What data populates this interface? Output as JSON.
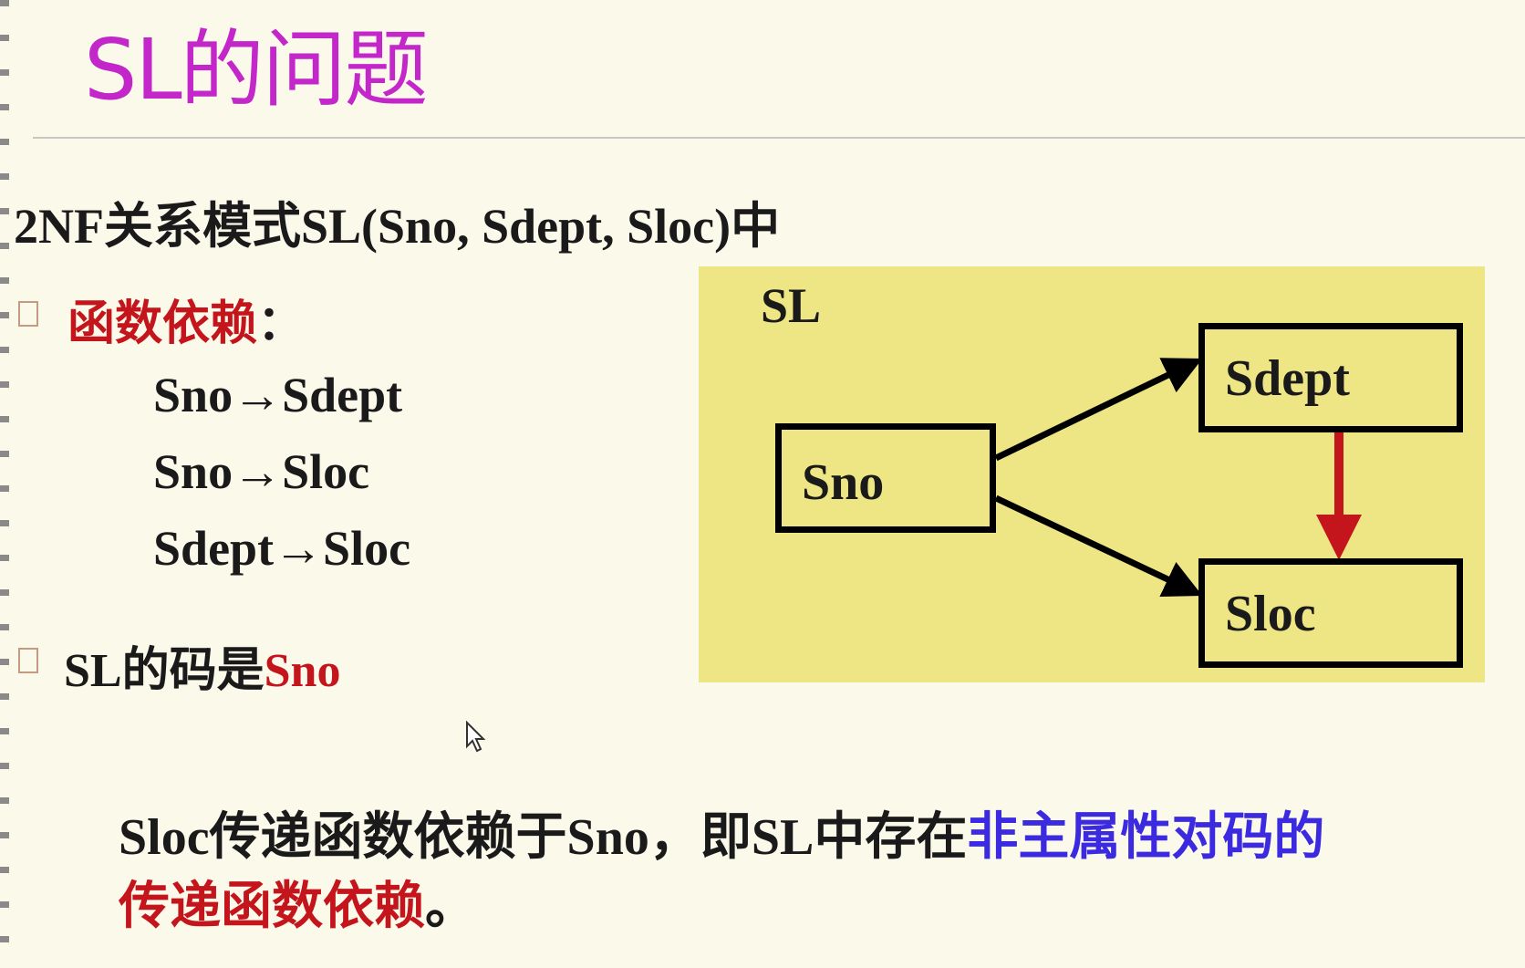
{
  "slide": {
    "title": "SL的问题",
    "subtitle": "2NF关系模式SL(Sno, Sdept, Sloc)中",
    "fd_section": {
      "label": "函数依赖",
      "colon": "：",
      "dependencies": [
        "Sno→Sdept",
        "Sno→Sloc",
        "Sdept→Sloc"
      ]
    },
    "key_statement": {
      "prefix": "SL的码是",
      "key": "Sno"
    },
    "diagram": {
      "title": "SL",
      "nodes": {
        "source": "Sno",
        "top": "Sdept",
        "bottom": "Sloc"
      }
    },
    "conclusion": {
      "part1": "Sloc传递函数依赖于Sno，即SL中存在",
      "part2": "非主属性对码的",
      "part3": "传递函数依赖",
      "end": "。"
    }
  },
  "colors": {
    "title": "#c326c9",
    "red": "#c4151d",
    "blue": "#3b2ae0",
    "diagram_bg": "#eee684",
    "page_bg": "#fbf9ea"
  }
}
